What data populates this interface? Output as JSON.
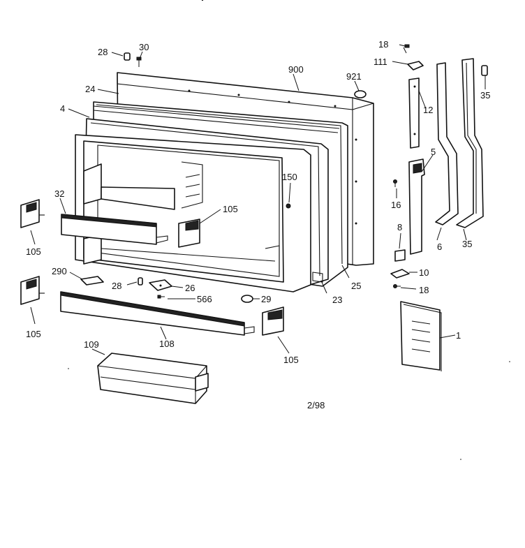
{
  "diagram": {
    "date_code": "2/98",
    "callouts": {
      "c28a": "28",
      "c30": "30",
      "c900": "900",
      "c921": "921",
      "c18a": "18",
      "c111": "111",
      "c35a": "35",
      "c12": "12",
      "c24": "24",
      "c4": "4",
      "c150": "150",
      "c5": "5",
      "c16": "16",
      "c32": "32",
      "c105a": "105",
      "c105b": "105",
      "c8": "8",
      "c6": "6",
      "c35b": "35",
      "c290": "290",
      "c28b": "28",
      "c26": "26",
      "c10": "10",
      "c25": "25",
      "c18b": "18",
      "c566": "566",
      "c29": "29",
      "c23": "23",
      "c105c": "105",
      "c1": "1",
      "c108": "108",
      "c109": "109",
      "c105d": "105"
    }
  }
}
